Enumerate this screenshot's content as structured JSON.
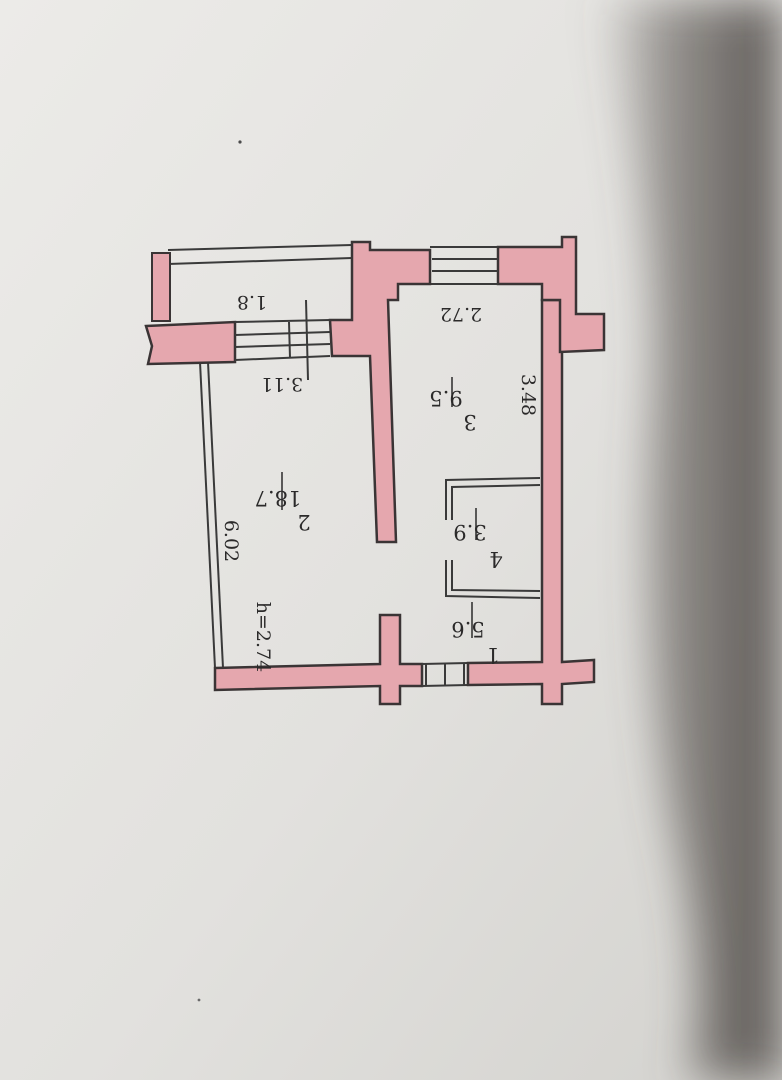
{
  "colors": {
    "paper": "#e6e6e3",
    "wall_fill": "#e5a7ae",
    "wall_stroke": "#3a3435",
    "line": "#3a3a3a",
    "ink": "#2b2a2a",
    "shadow": "#5b5652"
  },
  "dimensions": {
    "balcony_width": "1.8",
    "room2_width": "3.11",
    "room2_length": "6.02",
    "room3_width": "2.72",
    "room3_length": "3.48",
    "ceiling_height": "h=2.74"
  },
  "rooms": [
    {
      "number": "1",
      "area": "5.6"
    },
    {
      "number": "2",
      "area": "18.7"
    },
    {
      "number": "3",
      "area": "9.5"
    },
    {
      "number": "4",
      "area": "3.9"
    }
  ]
}
